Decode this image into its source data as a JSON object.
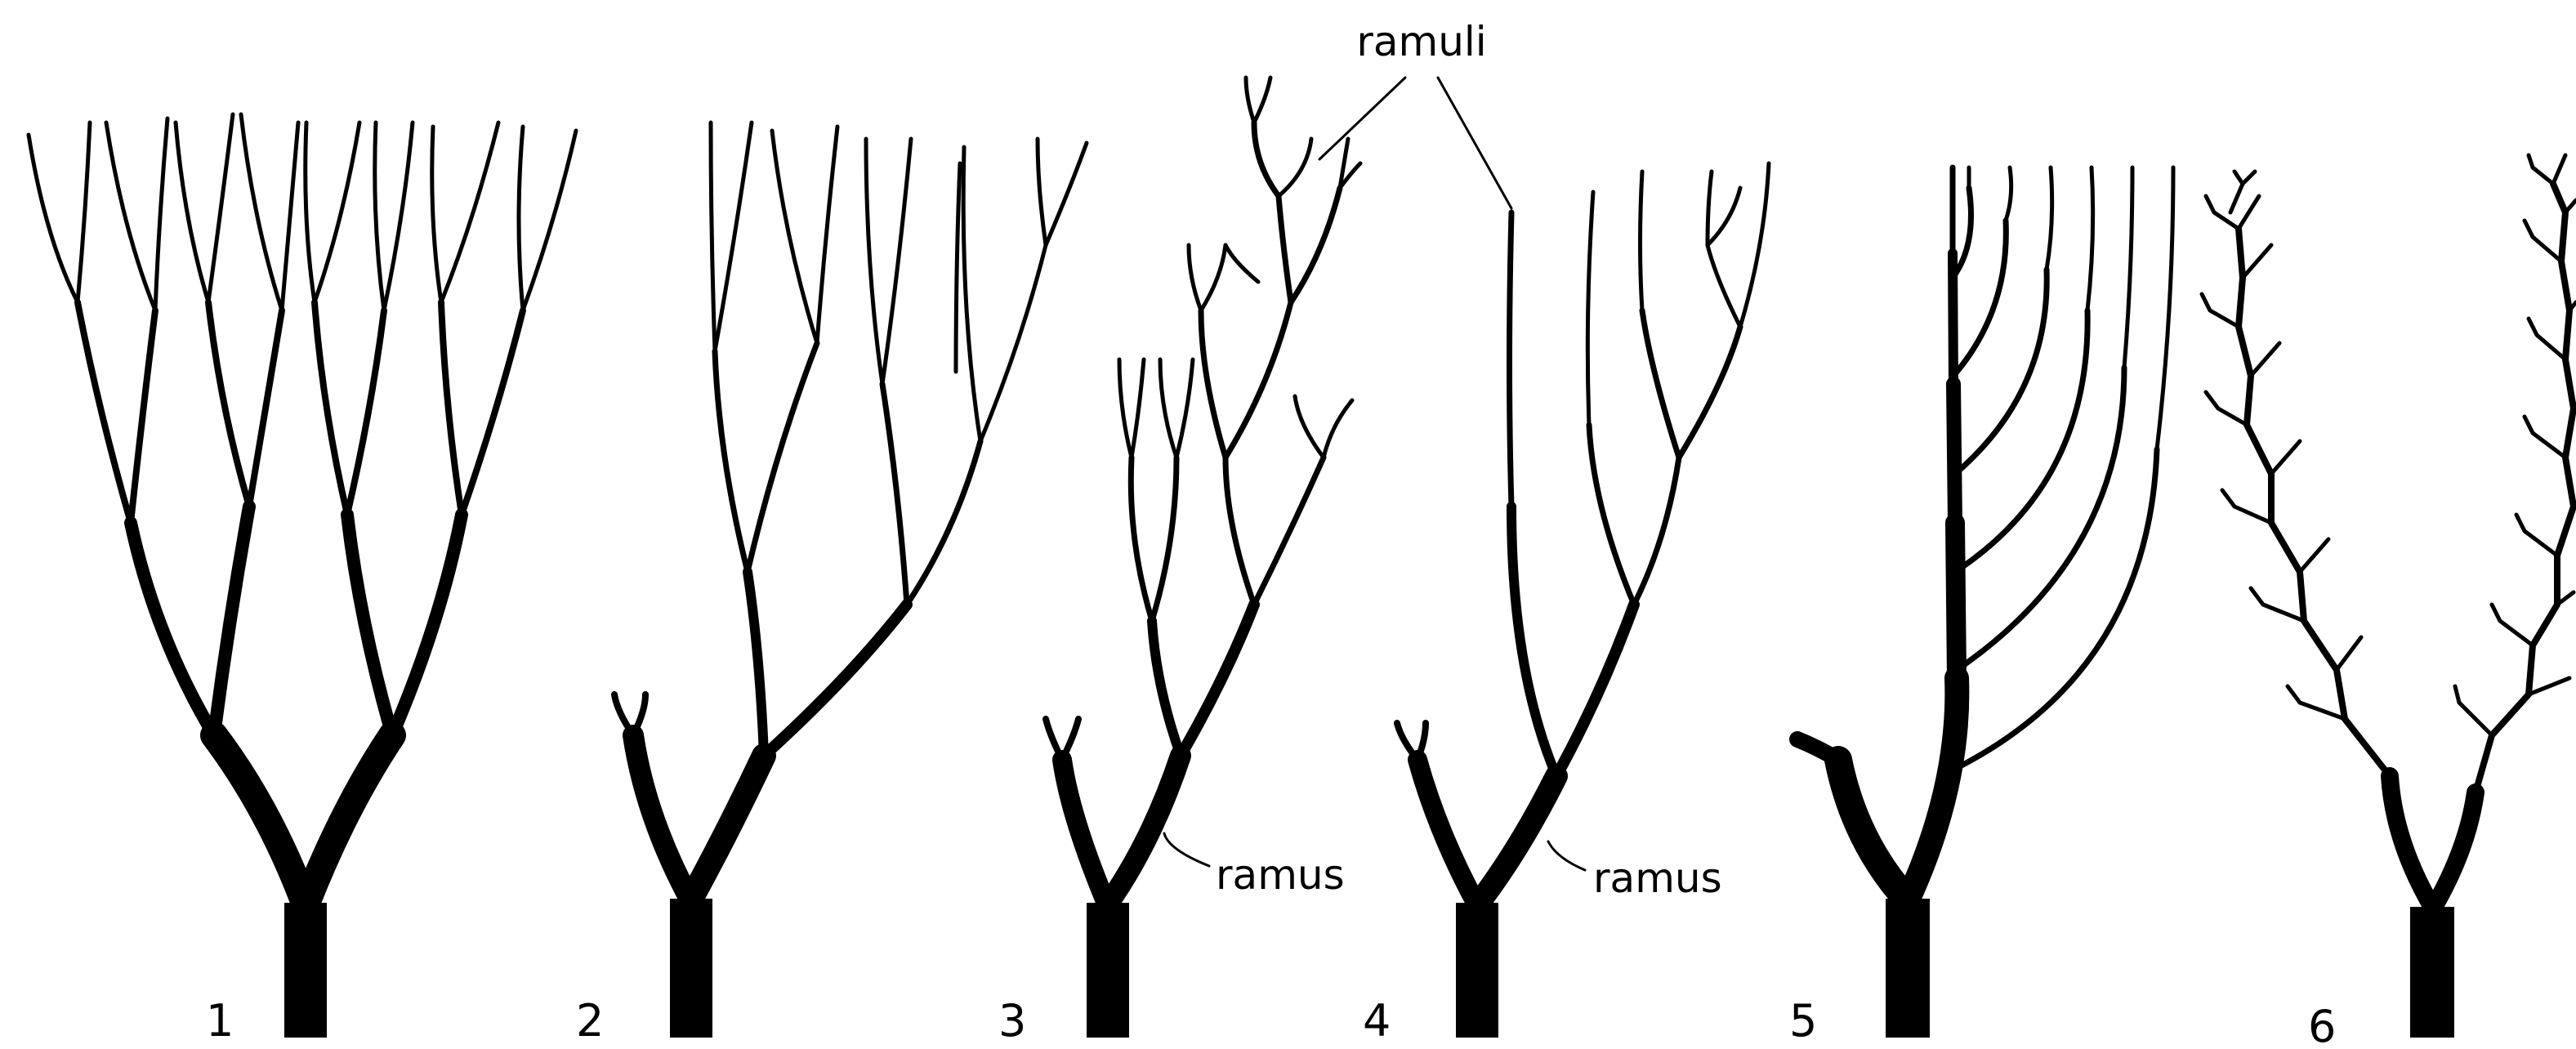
{
  "labels": {
    "ramuli": "ramuli",
    "ramus_a": "ramus",
    "ramus_b": "ramus"
  },
  "numbers": [
    "1",
    "2",
    "3",
    "4",
    "5",
    "6"
  ],
  "colors": {
    "ink": "#000000",
    "paper": "#ffffff"
  }
}
